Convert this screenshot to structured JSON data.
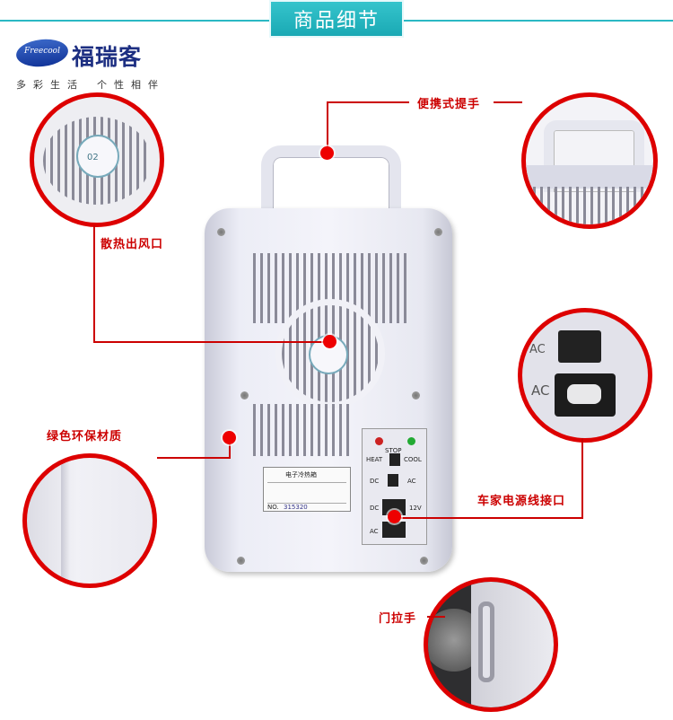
{
  "header": {
    "title": "商品细节"
  },
  "logo": {
    "mark_text": "Freecool",
    "brand": "福瑞客",
    "slogan_left": "多彩生活",
    "slogan_right": "个性相伴"
  },
  "callouts": {
    "handle": "便携式提手",
    "vent": "散热出风口",
    "material": "绿色环保材质",
    "power": "车家电源线接口",
    "door": "门拉手"
  },
  "fridge": {
    "badge": "02",
    "panel": {
      "stop": "STOP",
      "heat": "HEAT",
      "cool": "COOL",
      "dc1": "DC",
      "ac1": "AC",
      "dc2": "DC",
      "v12": "12V",
      "ac2": "AC"
    },
    "plate": {
      "title": "电子冷热箱",
      "no_label": "NO.",
      "no_value": "315320"
    }
  },
  "colors": {
    "accent": "#24b3bd",
    "callout": "#cc0000",
    "brand": "#1d2f82"
  }
}
